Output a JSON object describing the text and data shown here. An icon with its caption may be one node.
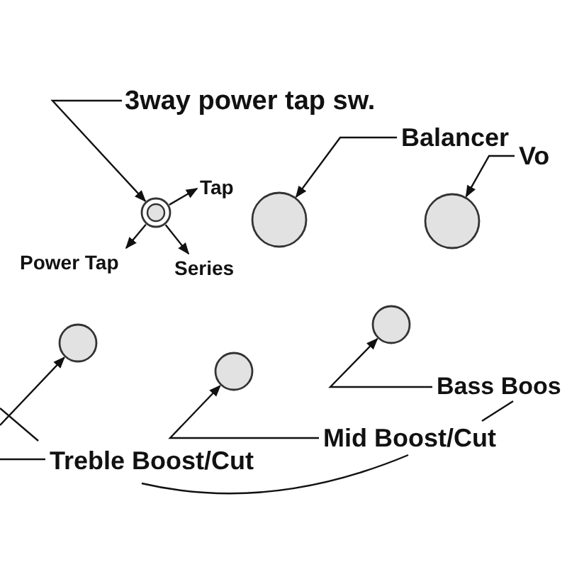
{
  "diagram": {
    "nodes": [
      {
        "text": [
          "3way power tap sw."
        ]
      },
      {
        "text": [],
        "shape": "circle"
      },
      {
        "text": [
          "Tap"
        ]
      },
      {
        "text": [
          "Power Tap"
        ]
      },
      {
        "text": [
          "Series"
        ]
      },
      {
        "text": [
          "Balancer"
        ]
      },
      {
        "text": [],
        "shape": "circle"
      },
      {
        "text": [
          "Vo"
        ]
      },
      {
        "text": [],
        "shape": "circle"
      },
      {
        "text": [],
        "shape": "circle"
      },
      {
        "text": [],
        "shape": "circle"
      },
      {
        "text": [],
        "shape": "circle"
      },
      {
        "text": [
          "Bass Boos"
        ]
      },
      {
        "text": [
          "Mid Boost/Cut"
        ]
      },
      {
        "text": [
          "Treble Boost/Cut"
        ]
      }
    ],
    "edges": [
      {
        "from": 0,
        "to": 1,
        "arrow": "to"
      },
      {
        "from": 1,
        "to": 2,
        "arrow": "to"
      },
      {
        "from": 1,
        "to": 3,
        "arrow": "to"
      },
      {
        "from": 1,
        "to": 4,
        "arrow": "to"
      },
      {
        "from": 5,
        "to": 6,
        "arrow": "to"
      },
      {
        "from": 7,
        "to": 8,
        "arrow": "to"
      },
      {
        "from": null,
        "to": 9,
        "arrow": "to"
      },
      {
        "from": 13,
        "to": 10,
        "arrow": "to"
      },
      {
        "from": 12,
        "to": 11,
        "arrow": "to"
      },
      {
        "from": 14,
        "to": null,
        "arrow": "none"
      },
      {
        "from": 14,
        "to": null,
        "arrow": "none"
      },
      {
        "from": 13,
        "to": 14,
        "arrow": "none"
      },
      {
        "from": 12,
        "to": 13,
        "arrow": "none"
      }
    ]
  }
}
